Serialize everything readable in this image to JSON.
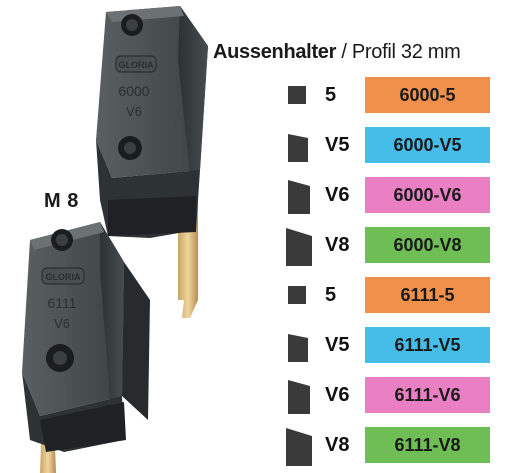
{
  "heading": {
    "bold": "Aussenhalter",
    "normal": " / Profil 32 mm"
  },
  "side_label": "M 8",
  "holder_engravings": {
    "top": {
      "logo": "GLORIA",
      "line1": "6000",
      "line2": "V6"
    },
    "bottom": {
      "logo": "GLORIA",
      "line1": "6111",
      "line2": "V6"
    }
  },
  "colors": {
    "orange": "#f0904a",
    "blue": "#46bde8",
    "pink": "#ea7fc4",
    "green": "#6fbe55",
    "shape": "#3a3a3a"
  },
  "groups": [
    {
      "items": [
        {
          "code": "5",
          "article": "6000-5",
          "color": "orange",
          "shape": "square"
        },
        {
          "code": "V5",
          "article": "6000-V5",
          "color": "blue",
          "shape": "v5"
        },
        {
          "code": "V6",
          "article": "6000-V6",
          "color": "pink",
          "shape": "v6"
        },
        {
          "code": "V8",
          "article": "6000-V8",
          "color": "green",
          "shape": "v8"
        }
      ]
    },
    {
      "items": [
        {
          "code": "5",
          "article": "6111-5",
          "color": "orange",
          "shape": "square"
        },
        {
          "code": "V5",
          "article": "6111-V5",
          "color": "blue",
          "shape": "v5"
        },
        {
          "code": "V6",
          "article": "6111-V6",
          "color": "pink",
          "shape": "v6"
        },
        {
          "code": "V8",
          "article": "6111-V8",
          "color": "green",
          "shape": "v8"
        }
      ]
    }
  ]
}
